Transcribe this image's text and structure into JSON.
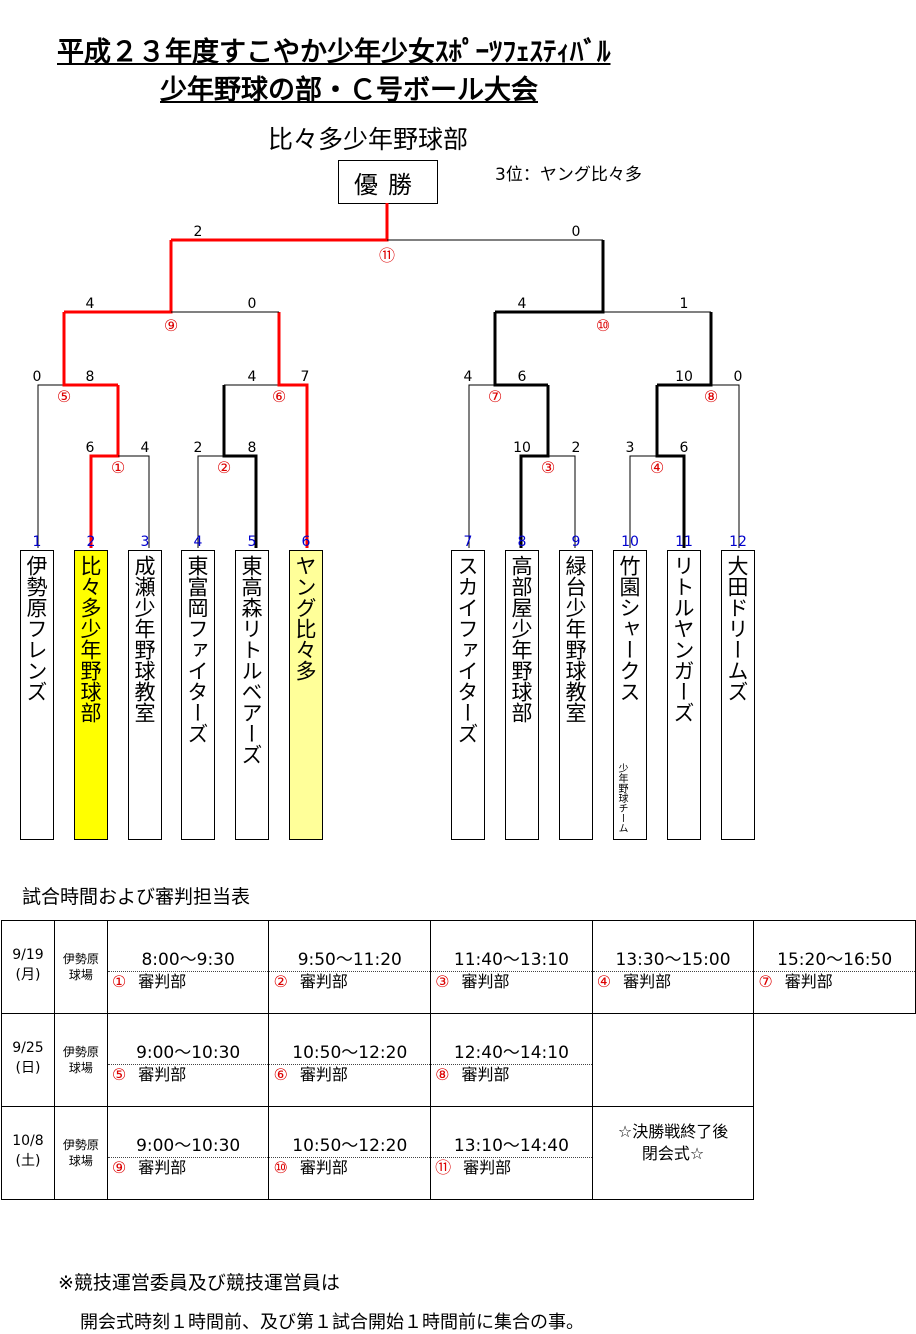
{
  "title": {
    "line1": "平成２３年度すこやか少年少女ｽﾎﾟｰﾂﾌｪｽﾃｨﾊﾞﾙ",
    "line2": "少年野球の部・Ｃ号ボール大会"
  },
  "winner": {
    "name": "比々多少年野球部",
    "label": "優勝",
    "third_place": "3位：ヤング比々多"
  },
  "teams": [
    {
      "num": "1",
      "name": "伊勢原フレンズ"
    },
    {
      "num": "2",
      "name": "比々多少年野球部"
    },
    {
      "num": "3",
      "name": "成瀬少年野球教室"
    },
    {
      "num": "4",
      "name": "東富岡ファイターズ"
    },
    {
      "num": "5",
      "name": "東高森リトルベアーズ"
    },
    {
      "num": "6",
      "name": "ヤング比々多"
    },
    {
      "num": "7",
      "name": "スカイファイターズ"
    },
    {
      "num": "8",
      "name": "高部屋少年野球部"
    },
    {
      "num": "9",
      "name": "緑台少年野球教室"
    },
    {
      "num": "10",
      "name": "竹園シャークス",
      "sub": "少年野球チーム"
    },
    {
      "num": "11",
      "name": "リトルヤンガーズ"
    },
    {
      "num": "12",
      "name": "大田ドリームズ"
    }
  ],
  "games": [
    {
      "id": "①",
      "scores": [
        "6",
        "4"
      ]
    },
    {
      "id": "②",
      "scores": [
        "2",
        "8"
      ]
    },
    {
      "id": "③",
      "scores": [
        "10",
        "2"
      ]
    },
    {
      "id": "④",
      "scores": [
        "3",
        "6"
      ]
    },
    {
      "id": "⑤",
      "scores": [
        "0",
        "8"
      ]
    },
    {
      "id": "⑥",
      "scores": [
        "4",
        "7"
      ]
    },
    {
      "id": "⑦",
      "scores": [
        "4",
        "6"
      ]
    },
    {
      "id": "⑧",
      "scores": [
        "10",
        "0"
      ]
    },
    {
      "id": "⑨",
      "scores": [
        "4",
        "0"
      ]
    },
    {
      "id": "⑩",
      "scores": [
        "4",
        "1"
      ]
    },
    {
      "id": "⑪",
      "scores": [
        "2",
        "0"
      ]
    }
  ],
  "schedule": {
    "title": "試合時間および審判担当表",
    "rows": [
      {
        "date": "9/19",
        "day": "(月)",
        "venue1": "伊勢原",
        "venue2": "球場",
        "slots": [
          {
            "time": "8:00～9:30",
            "game": "①",
            "ref": "審判部"
          },
          {
            "time": "9:50～11:20",
            "game": "②",
            "ref": "審判部"
          },
          {
            "time": "11:40～13:10",
            "game": "③",
            "ref": "審判部"
          },
          {
            "time": "13:30～15:00",
            "game": "④",
            "ref": "審判部"
          },
          {
            "time": "15:20～16:50",
            "game": "⑦",
            "ref": "審判部"
          }
        ]
      },
      {
        "date": "9/25",
        "day": "(日)",
        "venue1": "伊勢原",
        "venue2": "球場",
        "slots": [
          {
            "time": "9:00～10:30",
            "game": "⑤",
            "ref": "審判部"
          },
          {
            "time": "10:50～12:20",
            "game": "⑥",
            "ref": "審判部"
          },
          {
            "time": "12:40～14:10",
            "game": "⑧",
            "ref": "審判部"
          }
        ]
      },
      {
        "date": "10/8",
        "day": "(土)",
        "venue1": "伊勢原",
        "venue2": "球場",
        "slots": [
          {
            "time": "9:00～10:30",
            "game": "⑨",
            "ref": "審判部"
          },
          {
            "time": "10:50～12:20",
            "game": "⑩",
            "ref": "審判部"
          },
          {
            "time": "13:10～14:40",
            "game": "⑪",
            "ref": "審判部"
          }
        ],
        "note1": "☆決勝戦終了後",
        "note2": "閉会式☆"
      }
    ]
  },
  "notice": {
    "line1": "※競技運営委員及び競技運営員は",
    "line2": "開会式時刻１時間前、及び第１試合開始１時間前に集合の事。"
  },
  "colors": {
    "win_path": "#ff0000",
    "winner_highlight": "#ffff00",
    "third_highlight": "#ffff99",
    "team_number": "#0000cc",
    "game_number": "#dd0000"
  }
}
